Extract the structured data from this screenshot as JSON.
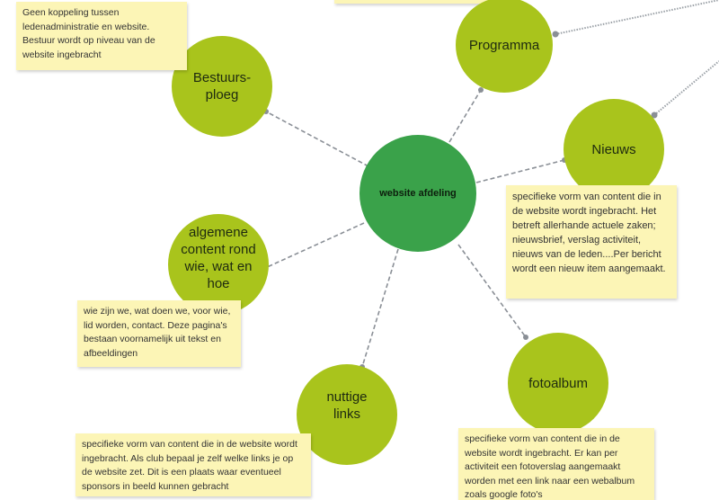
{
  "center": {
    "label": "website afdeling"
  },
  "nodes": {
    "bestuursploeg": "Bestuurs-\nploeg",
    "programma": "Programma",
    "nieuws": "Nieuws",
    "algemene": "algemene content rond wie, wat en hoe",
    "nuttige_links": "nuttige links",
    "fotoalbum": "fotoalbum"
  },
  "notes": {
    "bestuursploeg": "Geen koppeling tussen ledenadministratie en website. Bestuur wordt op niveau van de website ingebracht",
    "nieuws": "specifieke vorm van content die in de website wordt ingebracht. Het betreft allerhande actuele zaken; nieuwsbrief, verslag activiteit, nieuws van de leden....Per bericht wordt een nieuw item aangemaakt.",
    "algemene": "wie zijn we, wat doen we, voor wie, lid worden, contact. Deze pagina's bestaan voornamelijk uit tekst en afbeeldingen",
    "nuttige_links": "specifieke vorm van content die in de website wordt ingebracht. Als club bepaal je zelf welke links je op de website zet. Dit is een plaats waar eventueel sponsors in beeld kunnen gebracht",
    "fotoalbum": "specifieke vorm van content die in de website wordt ingebracht. Er kan per activiteit een fotoverslag aangemaakt worden met een link naar een webalbum zoals google foto's"
  },
  "colors": {
    "node": "#a9c41c",
    "center": "#3aa24a",
    "note": "#fcf5b6",
    "connector": "#8a8f96"
  }
}
